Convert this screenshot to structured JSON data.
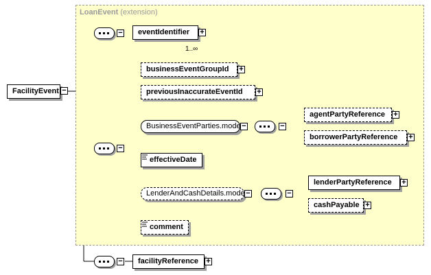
{
  "diagram": {
    "extension_region": {
      "name": "LoanEvent",
      "kind": "(extension)"
    },
    "root": {
      "label": "FacilityEvent"
    },
    "elements": {
      "event_identifier": {
        "label": "eventIdentifier",
        "cardinality": "1..∞"
      },
      "business_event_group_id": {
        "label": "businessEventGroupId"
      },
      "previous_inaccurate_event_id": {
        "label": "previousInaccurateEventId"
      },
      "business_event_parties_model": {
        "label": "BusinessEventParties.model"
      },
      "agent_party_reference": {
        "label": "agentPartyReference"
      },
      "borrower_party_reference": {
        "label": "borrowerPartyReference"
      },
      "effective_date": {
        "label": "effectiveDate"
      },
      "lender_and_cash_details_model": {
        "label": "LenderAndCashDetails.model"
      },
      "lender_party_reference": {
        "label": "lenderPartyReference"
      },
      "cash_payable": {
        "label": "cashPayable"
      },
      "comment": {
        "label": "comment"
      },
      "facility_reference": {
        "label": "facilityReference"
      }
    },
    "symbols": {
      "expand": "+",
      "collapse": "−"
    },
    "colors": {
      "region_fill": "#ffffcc",
      "region_border": "#9a9a9a",
      "shadow": "#a0a0a0"
    }
  }
}
